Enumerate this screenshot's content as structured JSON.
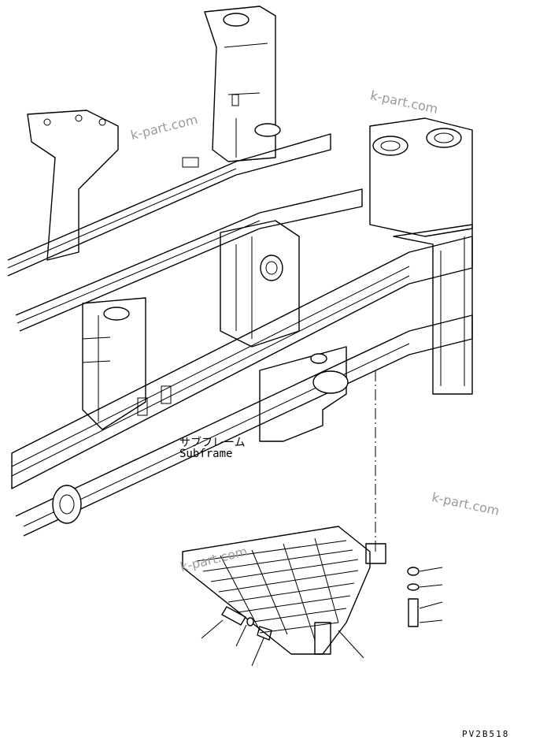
{
  "labels": {
    "subframe_jp": "サブフレーム",
    "subframe_en": "Subframe",
    "drawing_code": "PV2B518"
  },
  "watermarks": [
    "k-part.com",
    "k-part.com",
    "k-part.com",
    "k-part.com"
  ],
  "colors": {
    "line": "#000000",
    "watermark": "#9a9a9a",
    "background": "#ffffff"
  }
}
